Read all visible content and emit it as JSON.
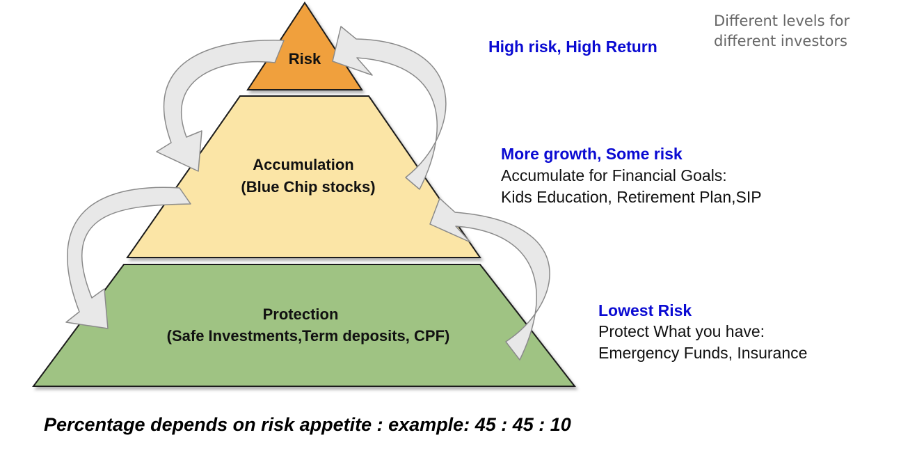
{
  "colors": {
    "top_fill": "#F0A03C",
    "middle_fill": "#FBE5A6",
    "bottom_fill": "#9FC383",
    "outline": "#1a1a1a",
    "arrow_fill": "#E8E8E8",
    "arrow_stroke": "#8A8A8A",
    "heading_blue": "#0A0AD2"
  },
  "icons": {
    "arrow": "curved-arrow-icon"
  },
  "note": {
    "line1": "Different levels for",
    "line2": "different investors"
  },
  "pyramid": {
    "top": {
      "label": "Risk"
    },
    "middle": {
      "line1": "Accumulation",
      "line2": "(Blue Chip stocks)"
    },
    "bottom": {
      "line1": "Protection",
      "line2": "(Safe Investments,Term deposits, CPF)"
    }
  },
  "descriptions": {
    "top": {
      "heading": "High risk, High Return"
    },
    "middle": {
      "heading": "More growth, Some risk",
      "line1": "Accumulate for Financial Goals:",
      "line2": "Kids Education, Retirement Plan,SIP"
    },
    "bottom": {
      "heading": "Lowest Risk",
      "line1": "Protect What you have:",
      "line2": "Emergency Funds, Insurance"
    }
  },
  "footer": {
    "text": "Percentage depends on risk appetite : example:  45 : 45 : 10"
  }
}
